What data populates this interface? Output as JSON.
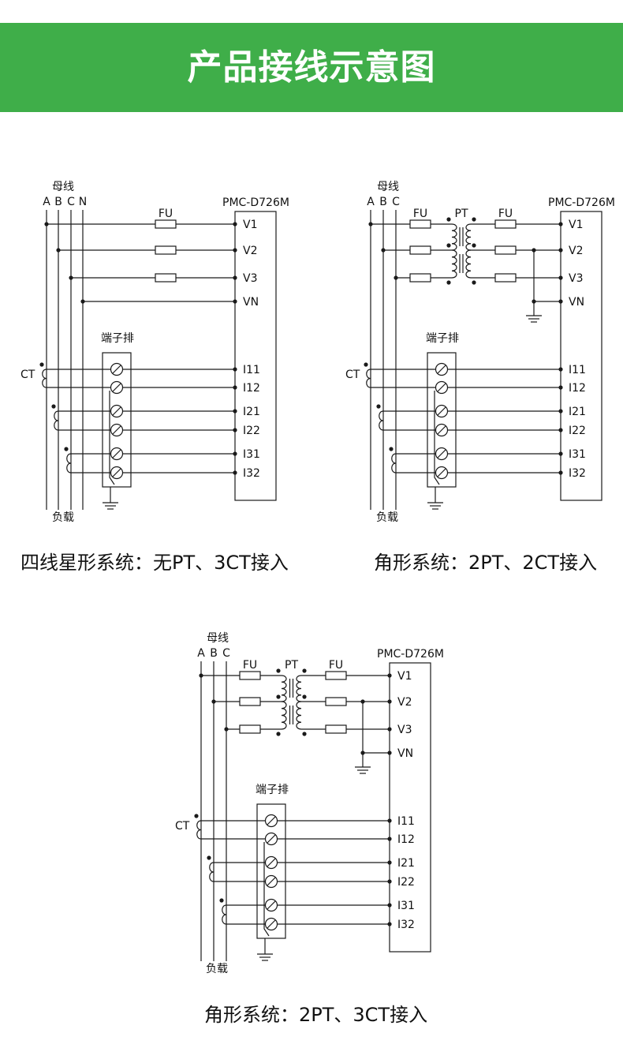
{
  "header": {
    "title": "产品接线示意图"
  },
  "diagrams": [
    {
      "busbar_label": "母线",
      "phases": [
        "A",
        "B",
        "C",
        "N"
      ],
      "device": "PMC-D726M",
      "fuse_label": "FU",
      "pt_label": "",
      "ct_label": "CT",
      "terminal_block_label": "端子排",
      "load_label": "负载",
      "voltage_terminals": [
        "V1",
        "V2",
        "V3",
        "VN"
      ],
      "current_terminals": [
        "I11",
        "I12",
        "I21",
        "I22",
        "I31",
        "I32"
      ],
      "caption": "四线星形系统：无PT、3CT接入"
    },
    {
      "busbar_label": "母线",
      "phases": [
        "A",
        "B",
        "C"
      ],
      "device": "PMC-D726M",
      "fuse_label": "FU",
      "pt_label": "PT",
      "ct_label": "CT",
      "terminal_block_label": "端子排",
      "load_label": "负载",
      "voltage_terminals": [
        "V1",
        "V2",
        "V3",
        "VN"
      ],
      "current_terminals": [
        "I11",
        "I12",
        "I21",
        "I22",
        "I31",
        "I32"
      ],
      "caption": "角形系统：2PT、2CT接入"
    },
    {
      "busbar_label": "母线",
      "phases": [
        "A",
        "B",
        "C"
      ],
      "device": "PMC-D726M",
      "fuse_label": "FU",
      "pt_label": "PT",
      "ct_label": "CT",
      "terminal_block_label": "端子排",
      "load_label": "负载",
      "voltage_terminals": [
        "V1",
        "V2",
        "V3",
        "VN"
      ],
      "current_terminals": [
        "I11",
        "I12",
        "I21",
        "I22",
        "I31",
        "I32"
      ],
      "caption": "角形系统：2PT、3CT接入"
    }
  ],
  "colors": {
    "banner": "#3fae49",
    "line": "#1a1a1a"
  }
}
